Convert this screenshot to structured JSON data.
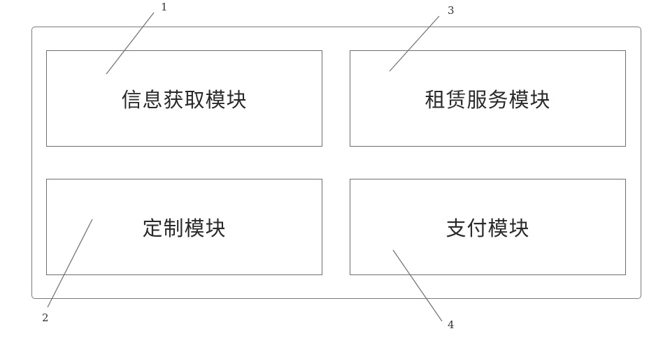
{
  "modules": {
    "info_acquisition": "信息获取模块",
    "rental_service": "租赁服务模块",
    "customization": "定制模块",
    "payment": "支付模块"
  },
  "reference_numbers": {
    "info_acquisition": "1",
    "customization": "2",
    "rental_service": "3",
    "payment": "4"
  },
  "colors": {
    "line": "#6e6e6e",
    "text": "#2a2a2a"
  }
}
